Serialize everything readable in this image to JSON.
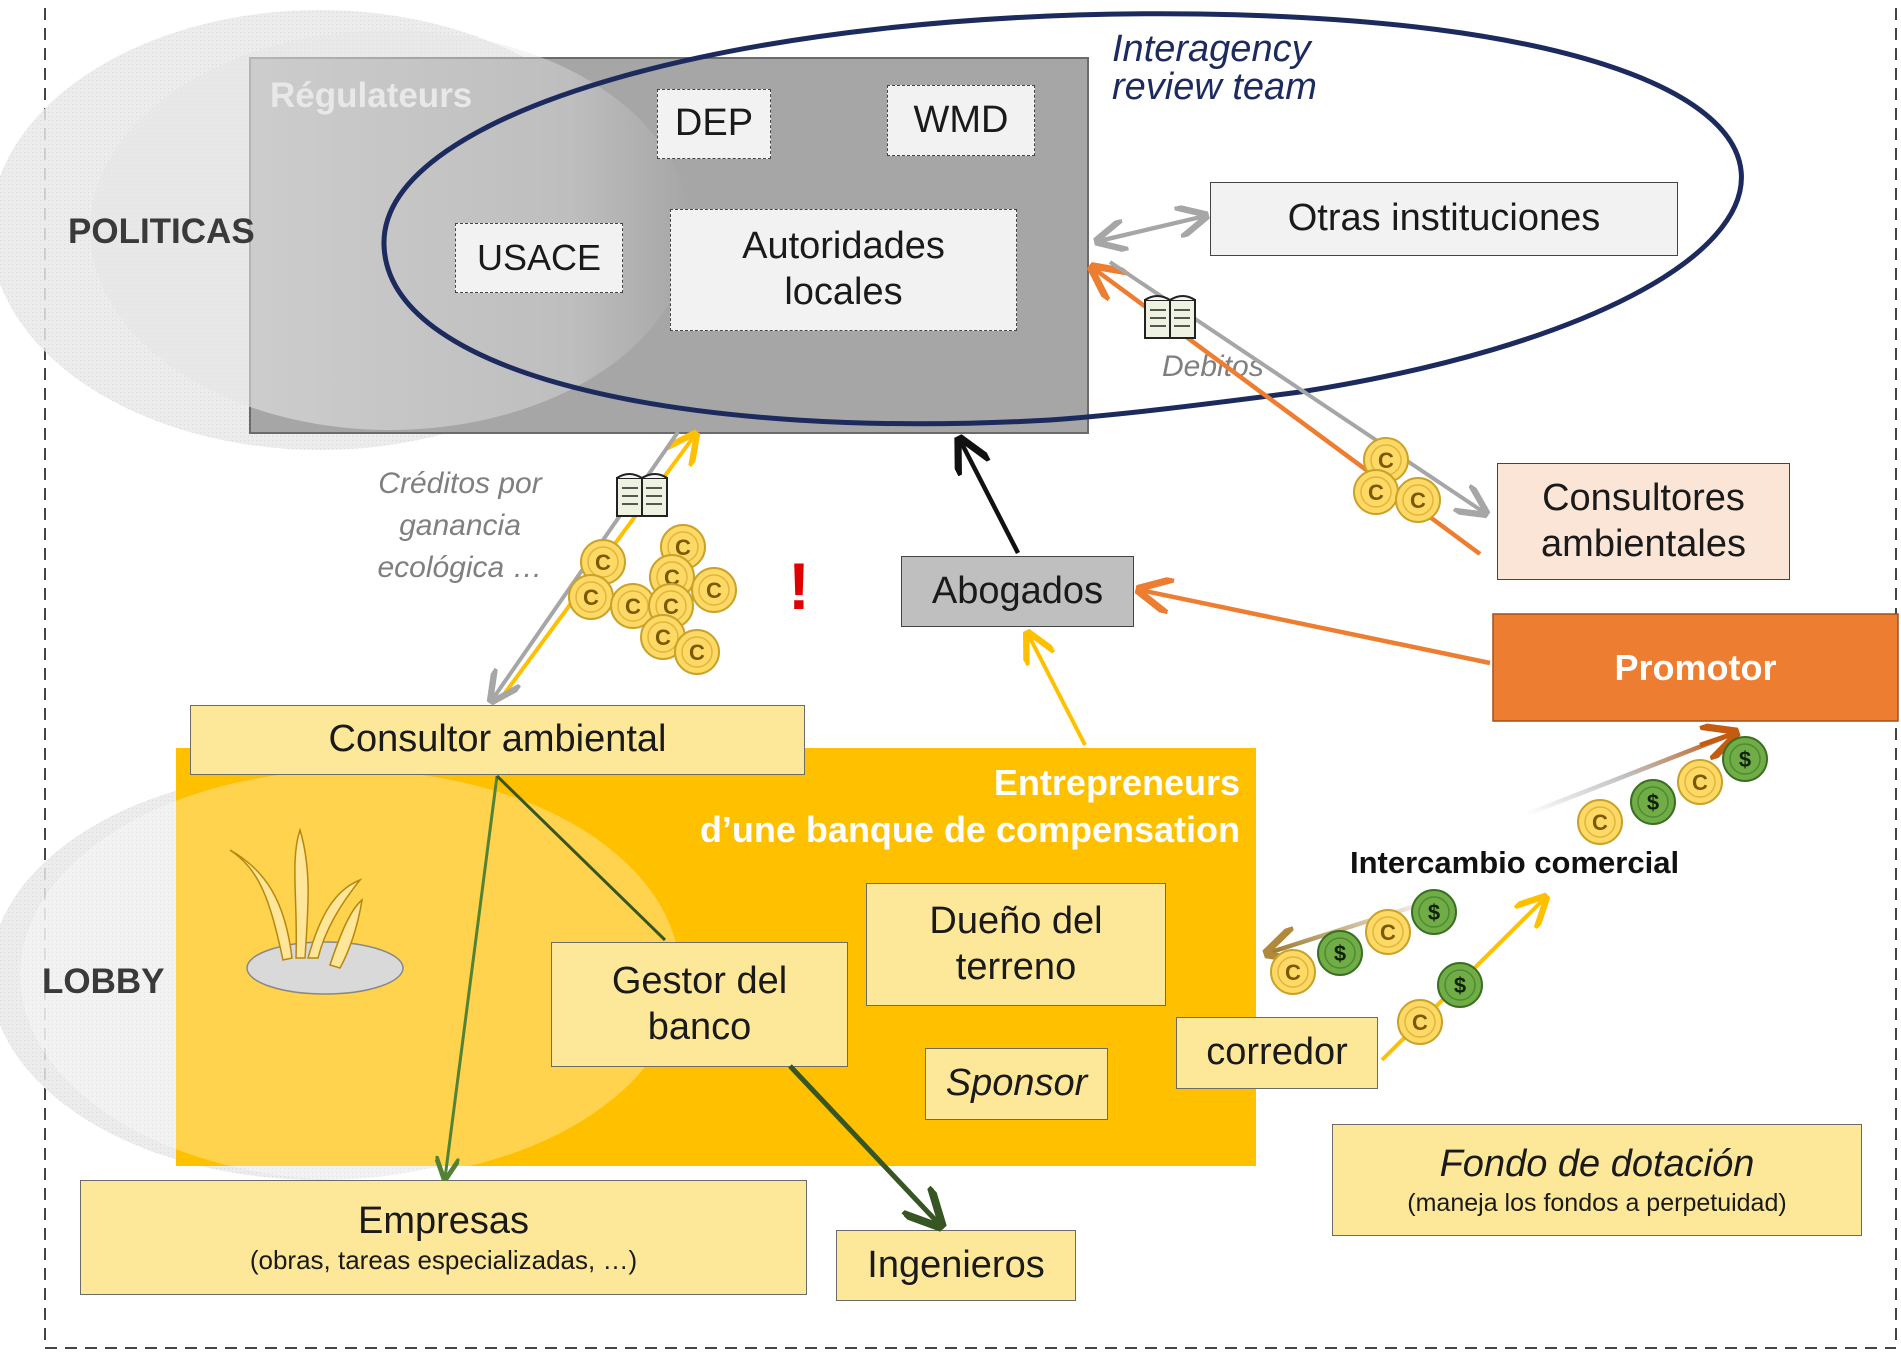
{
  "colors": {
    "regulators_bg": "#a6a6a6",
    "ellipse_stroke": "#1c2a5e",
    "bank_bg": "#ffc000",
    "pale_box": "#fde89a",
    "promotor": "#ed7d31",
    "consultores_bg": "#fbe5d6",
    "coin": "#ffd966",
    "dollar": "#70ad47",
    "arrow_gray": "#a6a6a6",
    "arrow_orange": "#ed7d31",
    "arrow_yellow": "#ffc000",
    "arrow_green": "#375623",
    "alert_red": "#e00000"
  },
  "zones": {
    "politicas": "POLITICAS",
    "lobby": "LOBBY"
  },
  "regulators": {
    "title": "Régulateurs",
    "dep": "DEP",
    "wmd": "WMD",
    "usace": "USACE",
    "autoridades_line1": "Autoridades",
    "autoridades_line2": "locales"
  },
  "interagency": {
    "line1": "Interagency",
    "line2": "review team"
  },
  "otras": "Otras instituciones",
  "debitos": "Debitos",
  "consultores": {
    "line1": "Consultores",
    "line2": "ambientales"
  },
  "creditos": {
    "line1": "Créditos por",
    "line2": "ganancia",
    "line3": "ecológica …"
  },
  "alert": "!",
  "abogados": "Abogados",
  "promotor": "Promotor",
  "consultor_ambiental": "Consultor ambiental",
  "bank": {
    "line1": "Entrepreneurs",
    "line2": "d’une banque de compensation"
  },
  "dueno": {
    "line1": "Dueño del",
    "line2": "terreno"
  },
  "gestor": {
    "line1": "Gestor del",
    "line2": "banco"
  },
  "sponsor": "Sponsor",
  "corredor": "corredor",
  "intercambio": "Intercambio comercial",
  "empresas": {
    "title": "Empresas",
    "sub": "(obras, tareas especializadas, …)"
  },
  "ingenieros": "Ingenieros",
  "fondo": {
    "title": "Fondo de dotación",
    "sub": "(maneja los fondos a perpetuidad)"
  },
  "coin_letter": "C",
  "dollar_sign": "$",
  "icons": [
    "book-icon",
    "plant-icon",
    "coin-icon",
    "dollar-coin-icon"
  ]
}
